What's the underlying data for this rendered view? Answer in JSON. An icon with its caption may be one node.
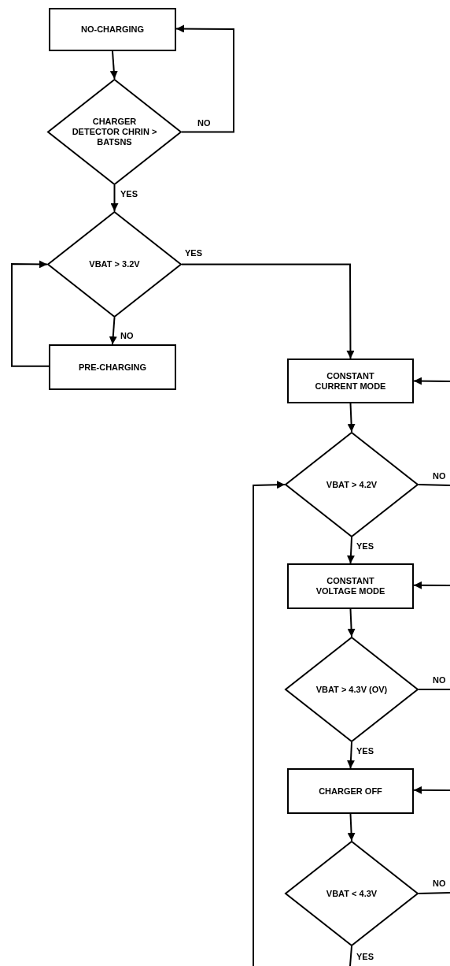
{
  "diagram": {
    "nodes": [
      {
        "text": [
          "NO-CHARGING"
        ]
      },
      {
        "text": [
          "CHARGER DETECTOR CHRIN > BATSNS"
        ]
      },
      {
        "text": [
          "VBAT > 3.2V"
        ]
      },
      {
        "text": [
          "PRE-CHARGING"
        ]
      },
      {
        "text": [
          "CONSTANT CURRENT MODE"
        ]
      },
      {
        "text": [
          "VBAT > 4.2V"
        ]
      },
      {
        "text": [
          "CONSTANT VOLTAGE MODE"
        ]
      },
      {
        "text": [
          "VBAT > 4.3V (OV)"
        ]
      },
      {
        "text": [
          "CHARGER OFF"
        ]
      },
      {
        "text": [
          "VBAT < 4.3V"
        ]
      }
    ],
    "edges": [
      {
        "from": 0,
        "to": 1,
        "arrow": "to"
      },
      {
        "from": 1,
        "to": 0,
        "arrow": "to",
        "label": "NO"
      },
      {
        "from": 1,
        "to": 2,
        "arrow": "to",
        "label": "YES"
      },
      {
        "from": 2,
        "to": 4,
        "arrow": "to",
        "label": "YES"
      },
      {
        "from": 2,
        "to": 3,
        "arrow": "to",
        "label": "NO"
      },
      {
        "from": 3,
        "to": 2,
        "arrow": "to"
      },
      {
        "from": 4,
        "to": 5,
        "arrow": "to"
      },
      {
        "from": 5,
        "to": 6,
        "arrow": "to",
        "label": "YES"
      },
      {
        "from": 5,
        "to": null,
        "arrow": "none",
        "label": "NO"
      },
      {
        "from": null,
        "to": 4,
        "arrow": "to"
      },
      {
        "from": 6,
        "to": 7,
        "arrow": "to"
      },
      {
        "from": 7,
        "to": 8,
        "arrow": "to",
        "label": "YES"
      },
      {
        "from": 7,
        "to": null,
        "arrow": "none",
        "label": "NO"
      },
      {
        "from": null,
        "to": 6,
        "arrow": "to"
      },
      {
        "from": 8,
        "to": 9,
        "arrow": "to"
      },
      {
        "from": 9,
        "to": null,
        "arrow": "none",
        "label": "NO"
      },
      {
        "from": null,
        "to": 8,
        "arrow": "to"
      },
      {
        "from": 9,
        "to": null,
        "arrow": "none",
        "label": "YES"
      },
      {
        "from": null,
        "to": 5,
        "arrow": "to"
      }
    ]
  }
}
